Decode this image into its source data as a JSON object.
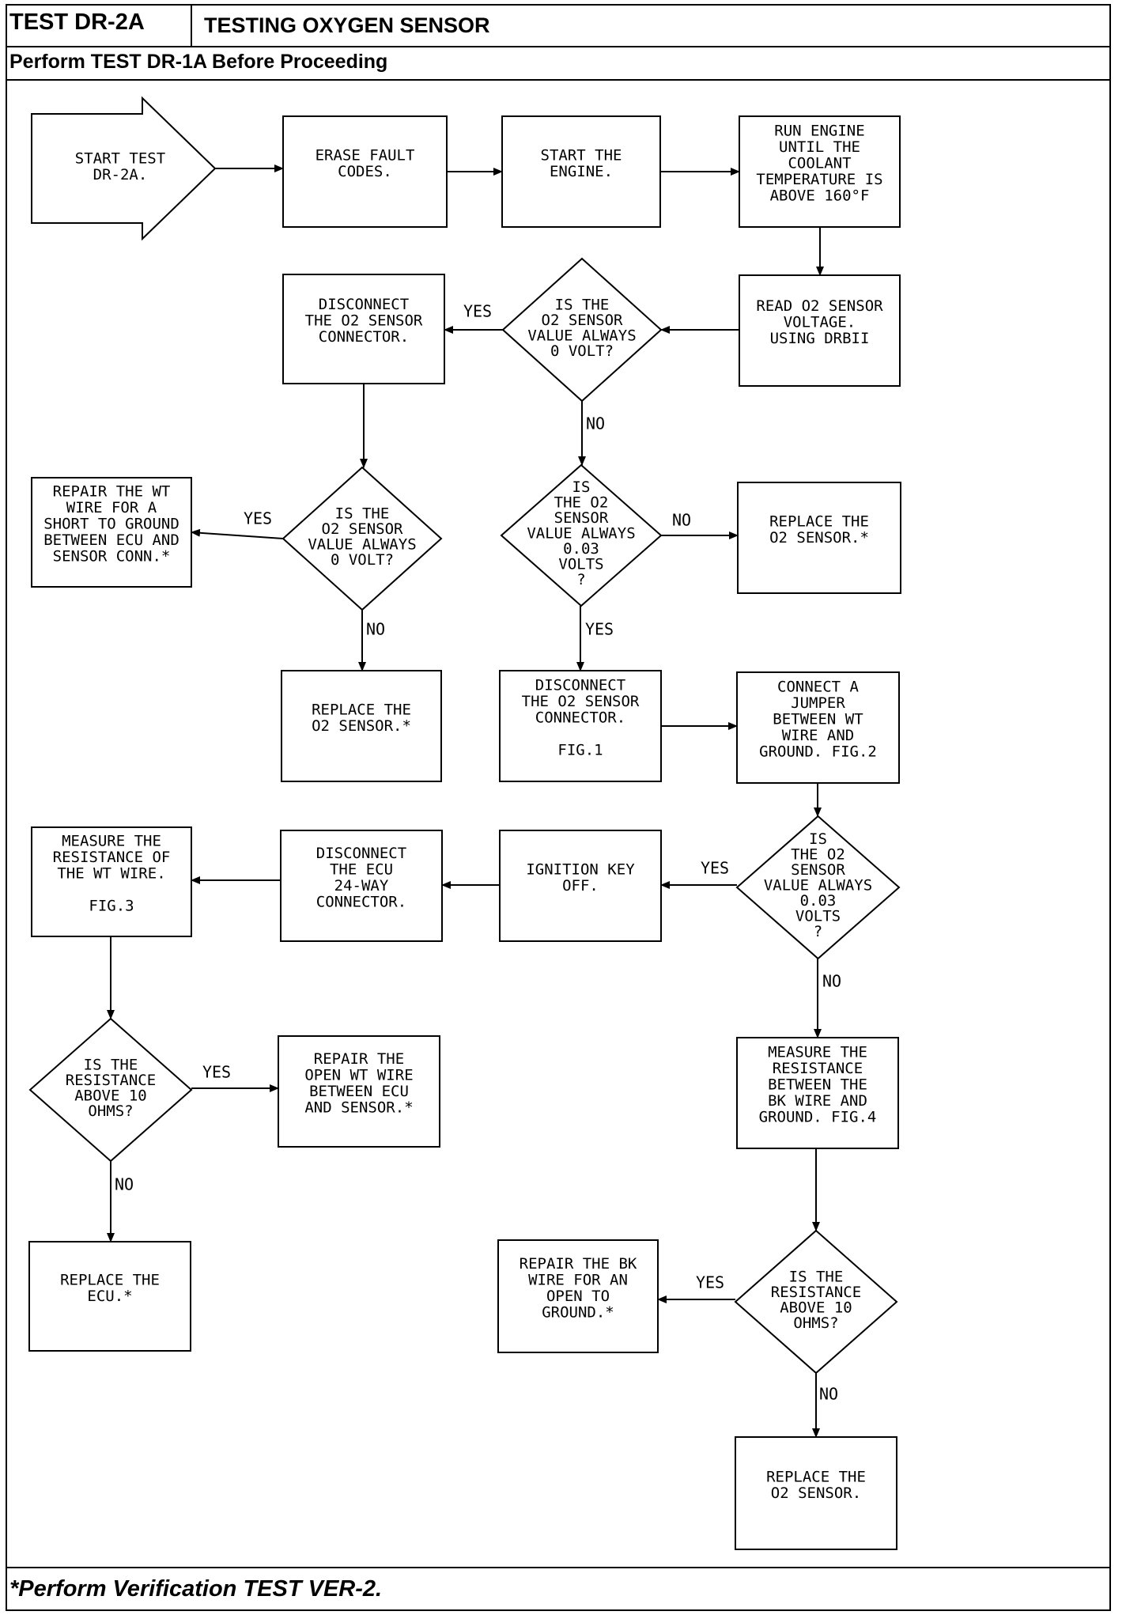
{
  "header": {
    "test_id": "TEST DR-2A",
    "title": "TESTING OXYGEN SENSOR",
    "prerequisite": "Perform TEST DR-1A Before Proceeding"
  },
  "footer": {
    "note": "*Perform Verification TEST VER-2."
  },
  "flowchart": {
    "nodes": [
      {
        "id": "start",
        "shape": "arrow",
        "lines": [
          "START TEST",
          "DR-2A."
        ]
      },
      {
        "id": "erase",
        "shape": "box",
        "lines": [
          "ERASE FAULT",
          "CODES."
        ]
      },
      {
        "id": "start_engine",
        "shape": "box",
        "lines": [
          "START THE",
          "ENGINE."
        ]
      },
      {
        "id": "run_engine",
        "shape": "box",
        "lines": [
          "RUN ENGINE",
          "UNTIL THE",
          "COOLANT",
          "TEMPERATURE IS",
          "ABOVE 160°F"
        ]
      },
      {
        "id": "read_o2",
        "shape": "box",
        "lines": [
          "READ O2 SENSOR",
          "VOLTAGE.",
          "USING DRBII"
        ]
      },
      {
        "id": "q_zero1",
        "shape": "diamond",
        "lines": [
          "IS THE",
          "O2 SENSOR",
          "VALUE ALWAYS",
          "0 VOLT?"
        ]
      },
      {
        "id": "disc1",
        "shape": "box",
        "lines": [
          "DISCONNECT",
          "THE O2 SENSOR",
          "CONNECTOR."
        ]
      },
      {
        "id": "q_zero2",
        "shape": "diamond",
        "lines": [
          "IS THE",
          "O2 SENSOR",
          "VALUE ALWAYS",
          "0 VOLT?"
        ]
      },
      {
        "id": "repair_wt_short",
        "shape": "box",
        "lines": [
          "REPAIR THE WT",
          "WIRE FOR A",
          "SHORT TO GROUND",
          "BETWEEN ECU AND",
          "SENSOR CONN.*"
        ]
      },
      {
        "id": "replace_o2_a",
        "shape": "box",
        "lines": [
          "REPLACE THE",
          "O2 SENSOR.*"
        ]
      },
      {
        "id": "q_003a",
        "shape": "diamond",
        "lines": [
          "IS",
          "THE O2",
          "SENSOR",
          "VALUE ALWAYS",
          "0.03",
          "VOLTS",
          "?"
        ]
      },
      {
        "id": "replace_o2_b",
        "shape": "box",
        "lines": [
          "REPLACE THE",
          "O2 SENSOR.*"
        ]
      },
      {
        "id": "disc2",
        "shape": "box",
        "lines": [
          "DISCONNECT",
          "THE O2 SENSOR",
          "CONNECTOR.",
          "",
          "FIG.1"
        ]
      },
      {
        "id": "jumper",
        "shape": "box",
        "lines": [
          "CONNECT A",
          "JUMPER",
          "BETWEEN WT",
          "WIRE AND",
          "GROUND. FIG.2"
        ]
      },
      {
        "id": "q_003b",
        "shape": "diamond",
        "lines": [
          "IS",
          "THE O2",
          "SENSOR",
          "VALUE ALWAYS",
          "0.03",
          "VOLTS",
          "?"
        ]
      },
      {
        "id": "ign_off",
        "shape": "box",
        "lines": [
          "IGNITION KEY",
          "OFF."
        ]
      },
      {
        "id": "disc_ecu",
        "shape": "box",
        "lines": [
          "DISCONNECT",
          "THE ECU",
          "24-WAY",
          "CONNECTOR."
        ]
      },
      {
        "id": "measure_wt",
        "shape": "box",
        "lines": [
          "MEASURE THE",
          "RESISTANCE OF",
          "THE WT WIRE.",
          "",
          "FIG.3"
        ]
      },
      {
        "id": "q_res1",
        "shape": "diamond",
        "lines": [
          "IS THE",
          "RESISTANCE",
          "ABOVE 10",
          "OHMS?"
        ]
      },
      {
        "id": "repair_open_wt",
        "shape": "box",
        "lines": [
          "REPAIR THE",
          "OPEN WT WIRE",
          "BETWEEN ECU",
          "AND SENSOR.*"
        ]
      },
      {
        "id": "replace_ecu",
        "shape": "box",
        "lines": [
          "REPLACE THE",
          "ECU.*"
        ]
      },
      {
        "id": "measure_bk",
        "shape": "box",
        "lines": [
          "MEASURE THE",
          "RESISTANCE",
          "BETWEEN THE",
          "BK WIRE AND",
          "GROUND. FIG.4"
        ]
      },
      {
        "id": "q_res2",
        "shape": "diamond",
        "lines": [
          "IS THE",
          "RESISTANCE",
          "ABOVE 10",
          "OHMS?"
        ]
      },
      {
        "id": "repair_bk",
        "shape": "box",
        "lines": [
          "REPAIR THE BK",
          "WIRE FOR AN",
          "OPEN TO",
          "GROUND.*"
        ]
      },
      {
        "id": "replace_o2_c",
        "shape": "box",
        "lines": [
          "REPLACE THE",
          "O2 SENSOR."
        ]
      }
    ],
    "edges": [
      {
        "from": "start",
        "to": "erase",
        "label": ""
      },
      {
        "from": "erase",
        "to": "start_engine",
        "label": ""
      },
      {
        "from": "start_engine",
        "to": "run_engine",
        "label": ""
      },
      {
        "from": "run_engine",
        "to": "read_o2",
        "label": ""
      },
      {
        "from": "read_o2",
        "to": "q_zero1",
        "label": ""
      },
      {
        "from": "q_zero1",
        "to": "disc1",
        "label": "YES"
      },
      {
        "from": "q_zero1",
        "to": "q_003a",
        "label": "NO"
      },
      {
        "from": "disc1",
        "to": "q_zero2",
        "label": ""
      },
      {
        "from": "q_zero2",
        "to": "repair_wt_short",
        "label": "YES"
      },
      {
        "from": "q_zero2",
        "to": "replace_o2_a",
        "label": "NO"
      },
      {
        "from": "q_003a",
        "to": "replace_o2_b",
        "label": "NO"
      },
      {
        "from": "q_003a",
        "to": "disc2",
        "label": "YES"
      },
      {
        "from": "disc2",
        "to": "jumper",
        "label": ""
      },
      {
        "from": "jumper",
        "to": "q_003b",
        "label": ""
      },
      {
        "from": "q_003b",
        "to": "ign_off",
        "label": "YES"
      },
      {
        "from": "q_003b",
        "to": "measure_bk",
        "label": "NO"
      },
      {
        "from": "ign_off",
        "to": "disc_ecu",
        "label": ""
      },
      {
        "from": "disc_ecu",
        "to": "measure_wt",
        "label": ""
      },
      {
        "from": "measure_wt",
        "to": "q_res1",
        "label": ""
      },
      {
        "from": "q_res1",
        "to": "repair_open_wt",
        "label": "YES"
      },
      {
        "from": "q_res1",
        "to": "replace_ecu",
        "label": "NO"
      },
      {
        "from": "measure_bk",
        "to": "q_res2",
        "label": ""
      },
      {
        "from": "q_res2",
        "to": "repair_bk",
        "label": "YES"
      },
      {
        "from": "q_res2",
        "to": "replace_o2_c",
        "label": "NO"
      }
    ]
  }
}
